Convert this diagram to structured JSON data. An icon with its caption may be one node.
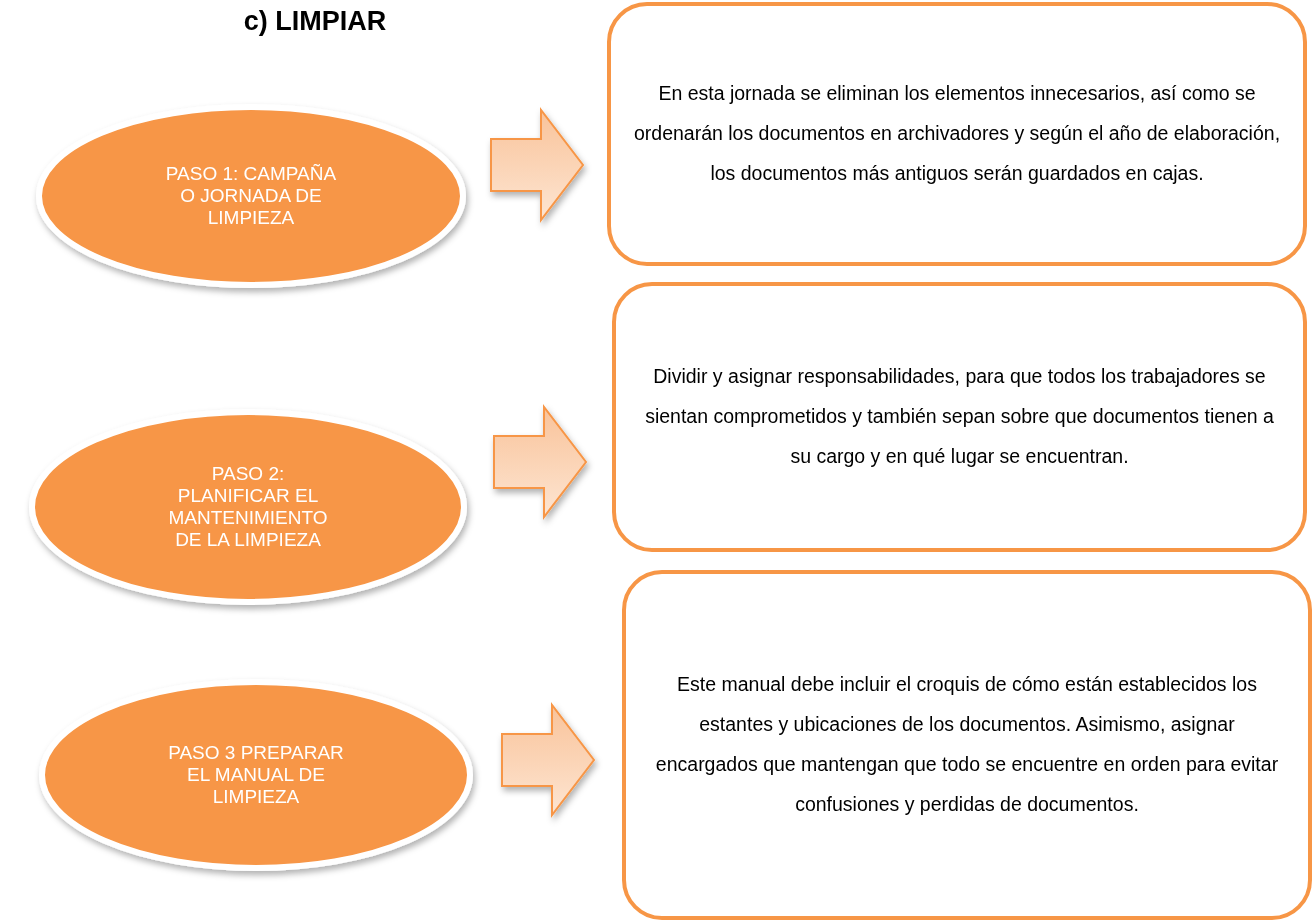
{
  "diagram": {
    "title": "c) LIMPIAR",
    "nodes": [
      {
        "text": [
          "PASO 1: CAMPAÑA O JORNADA DE LIMPIEZA"
        ]
      },
      {
        "text": [
          "En esta jornada se eliminan los elementos innecesarios, así como se ordenarán los documentos en archivadores y según el año de elaboración, los documentos más antiguos serán guardados en cajas."
        ]
      },
      {
        "text": [
          "PASO 2: PLANIFICAR EL MANTENIMIENTO DE LA LIMPIEZA"
        ]
      },
      {
        "text": [
          "Dividir y asignar responsabilidades, para que todos los trabajadores se sientan comprometidos y también sepan sobre que documentos tienen a su cargo y en qué lugar se encuentran."
        ]
      },
      {
        "text": [
          "PASO 3 PREPARAR EL MANUAL DE LIMPIEZA"
        ]
      },
      {
        "text": [
          "Este manual debe incluir el croquis de cómo están establecidos los estantes y ubicaciones de los documentos. Asimismo, asignar encargados que mantengan que todo se encuentre en orden para evitar confusiones y perdidas de documentos."
        ]
      }
    ],
    "edges": [
      {
        "from": 0,
        "to": 1,
        "arrow": "to"
      },
      {
        "from": 2,
        "to": 3,
        "arrow": "to"
      },
      {
        "from": 4,
        "to": 5,
        "arrow": "to"
      }
    ]
  }
}
